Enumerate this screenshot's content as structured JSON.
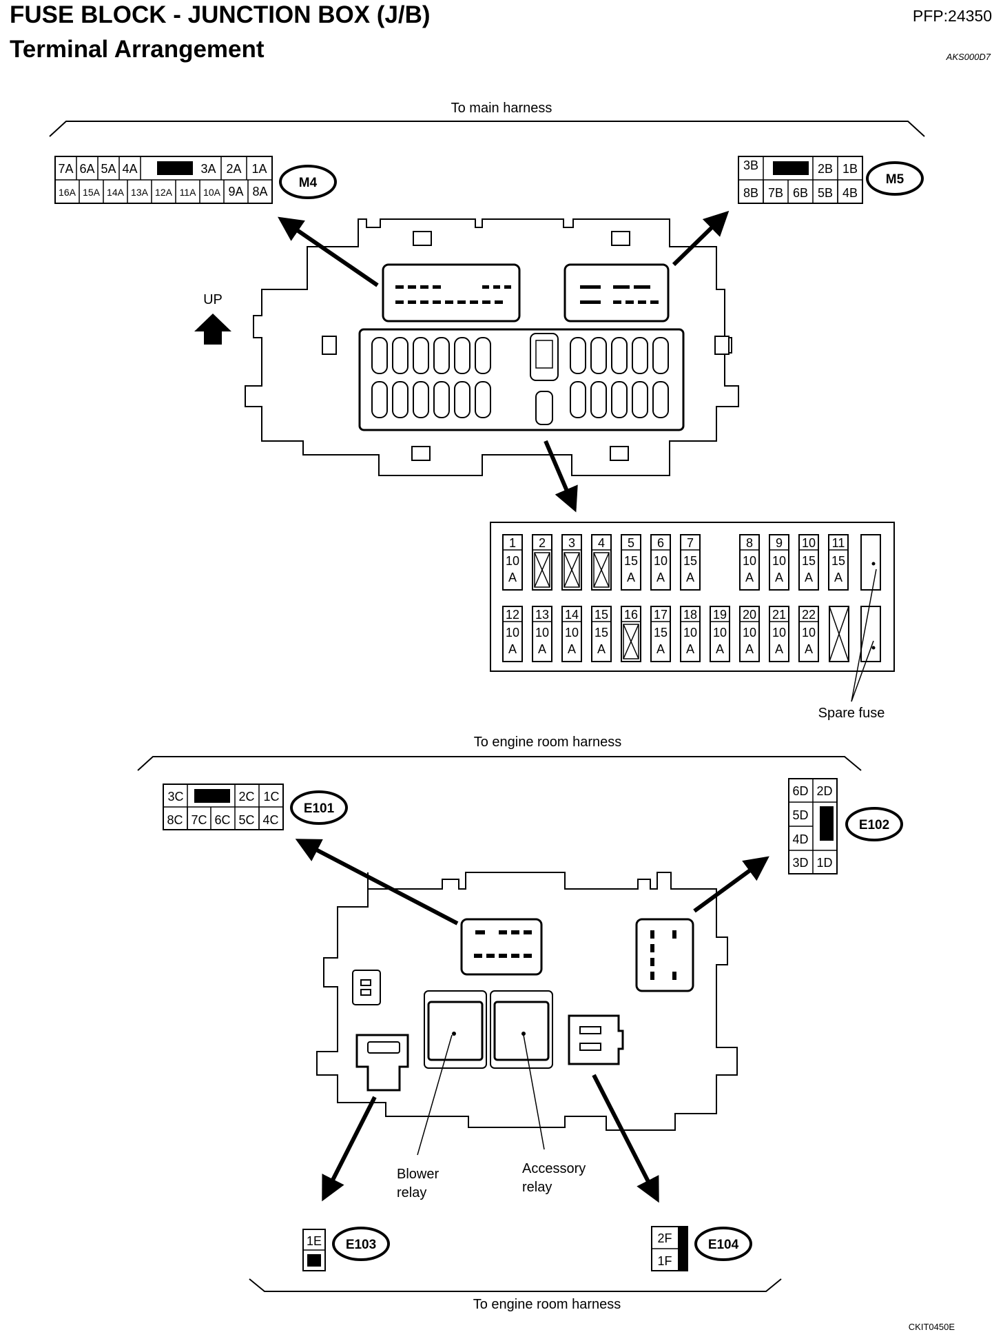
{
  "header": {
    "title": "FUSE BLOCK - JUNCTION BOX (J/B)",
    "subtitle": "Terminal Arrangement",
    "code": "PFP:24350",
    "ref": "AKS000D7"
  },
  "figure_id": "CKIT0450E",
  "up_label": "UP",
  "harness": {
    "main": "To main harness",
    "engine_top": "To engine room harness",
    "engine_bottom": "To engine room harness"
  },
  "connectors": {
    "m4": {
      "label": "M4",
      "row1": [
        "7A",
        "6A",
        "5A",
        "4A",
        "3A",
        "2A",
        "1A"
      ],
      "row2": [
        "16A",
        "15A",
        "14A",
        "13A",
        "12A",
        "11A",
        "10A",
        "9A",
        "8A"
      ]
    },
    "m5": {
      "label": "M5",
      "row1": [
        "3B",
        "2B",
        "1B"
      ],
      "row2": [
        "8B",
        "7B",
        "6B",
        "5B",
        "4B"
      ]
    },
    "e101": {
      "label": "E101",
      "row1": [
        "3C",
        "2C",
        "1C"
      ],
      "row2": [
        "8C",
        "7C",
        "6C",
        "5C",
        "4C"
      ]
    },
    "e102": {
      "label": "E102",
      "cells": [
        "6D",
        "2D",
        "5D",
        "4D",
        "3D",
        "1D"
      ]
    },
    "e103": {
      "label": "E103",
      "cells": [
        "1E"
      ]
    },
    "e104": {
      "label": "E104",
      "cells": [
        "2F",
        "1F"
      ]
    }
  },
  "fuses": {
    "row1": [
      {
        "n": "1",
        "a": "10"
      },
      {
        "n": "2",
        "a": ""
      },
      {
        "n": "3",
        "a": ""
      },
      {
        "n": "4",
        "a": ""
      },
      {
        "n": "5",
        "a": "15"
      },
      {
        "n": "6",
        "a": "10"
      },
      {
        "n": "7",
        "a": "15"
      },
      {
        "n": "8",
        "a": "10"
      },
      {
        "n": "9",
        "a": "10"
      },
      {
        "n": "10",
        "a": "15"
      },
      {
        "n": "11",
        "a": "15"
      }
    ],
    "row2": [
      {
        "n": "12",
        "a": "10"
      },
      {
        "n": "13",
        "a": "10"
      },
      {
        "n": "14",
        "a": "10"
      },
      {
        "n": "15",
        "a": "15"
      },
      {
        "n": "16",
        "a": ""
      },
      {
        "n": "17",
        "a": "15"
      },
      {
        "n": "18",
        "a": "10"
      },
      {
        "n": "19",
        "a": "10"
      },
      {
        "n": "20",
        "a": "10"
      },
      {
        "n": "21",
        "a": "10"
      },
      {
        "n": "22",
        "a": "10"
      }
    ],
    "unit": "A",
    "spare_label": "Spare fuse"
  },
  "relays": {
    "blower": [
      "Blower",
      "relay"
    ],
    "accessory": [
      "Accessory",
      "relay"
    ]
  }
}
